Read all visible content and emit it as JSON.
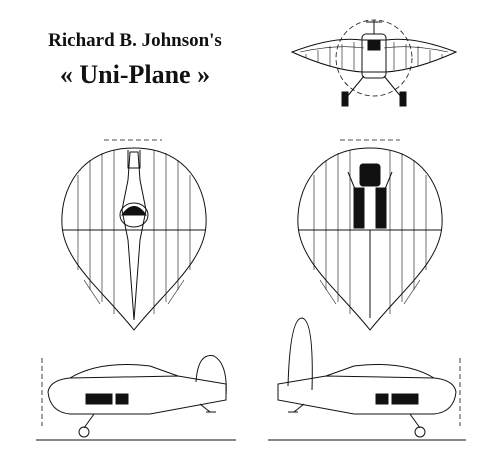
{
  "title": {
    "line1": "Richard B. Johnson's",
    "line2": "« Uni-Plane »"
  },
  "views": [
    {
      "name": "front-view",
      "icon": "aircraft-front-view"
    },
    {
      "name": "top-view",
      "icon": "aircraft-top-view"
    },
    {
      "name": "bottom-view",
      "icon": "aircraft-bottom-view"
    },
    {
      "name": "left-side-view",
      "icon": "aircraft-side-view"
    },
    {
      "name": "right-side-view",
      "icon": "aircraft-side-view"
    }
  ],
  "colors": {
    "ink": "#111111",
    "paper": "#ffffff"
  }
}
